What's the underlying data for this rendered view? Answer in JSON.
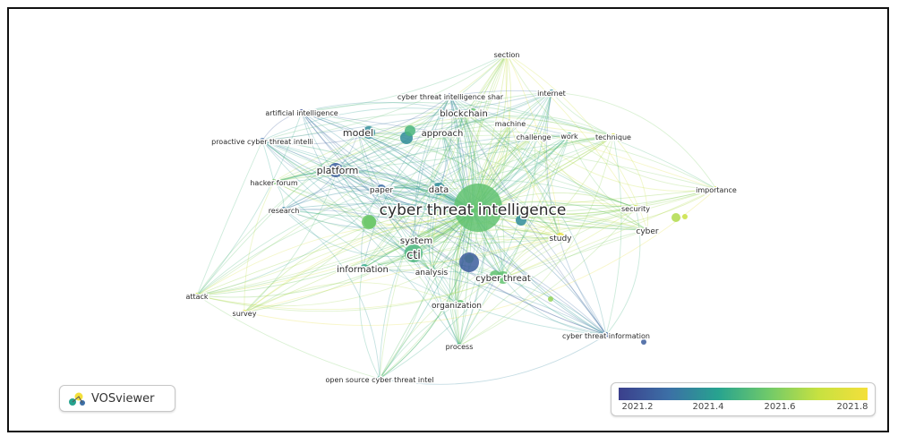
{
  "app": {
    "brand": "VOSviewer"
  },
  "legend": {
    "ticks": [
      "2021.2",
      "2021.4",
      "2021.6",
      "2021.8"
    ]
  },
  "colors": {
    "scale": [
      "#3b3f8c",
      "#3c6fa6",
      "#27a38f",
      "#6fc96a",
      "#c6e141",
      "#f4e03a"
    ],
    "edge_low": "#7b79c7",
    "edge_mid": "#3fb39a",
    "edge_high": "#d8e256"
  },
  "network": {
    "nodes": [
      {
        "label": "cyber threat intelligence",
        "year": 2021.55,
        "weight": 10
      },
      {
        "label": "cti",
        "year": 2021.5,
        "weight": 5
      },
      {
        "label": "section",
        "year": 2021.85,
        "weight": 1
      },
      {
        "label": "internet",
        "year": 2021.35,
        "weight": 1
      },
      {
        "label": "cyber threat intelligence shar",
        "year": 2021.15,
        "weight": 1
      },
      {
        "label": "artificial intelligence",
        "year": 2021.15,
        "weight": 1
      },
      {
        "label": "blockchain",
        "year": 2021.55,
        "weight": 2
      },
      {
        "label": "machine",
        "year": 2021.8,
        "weight": 1
      },
      {
        "label": "approach",
        "year": 2021.35,
        "weight": 3
      },
      {
        "label": "model",
        "year": 2021.35,
        "weight": 3
      },
      {
        "label": "challenge",
        "year": 2021.65,
        "weight": 1
      },
      {
        "label": "work",
        "year": 2021.45,
        "weight": 1
      },
      {
        "label": "technique",
        "year": 2021.8,
        "weight": 1
      },
      {
        "label": "proactive cyber threat intelli",
        "year": 2021.25,
        "weight": 1
      },
      {
        "label": "platform",
        "year": 2021.2,
        "weight": 4
      },
      {
        "label": "hacker forum",
        "year": 2021.6,
        "weight": 1
      },
      {
        "label": "importance",
        "year": 2021.85,
        "weight": 1
      },
      {
        "label": "paper",
        "year": 2021.25,
        "weight": 2
      },
      {
        "label": "data",
        "year": 2021.35,
        "weight": 3
      },
      {
        "label": "research",
        "year": 2021.3,
        "weight": 1
      },
      {
        "label": "security",
        "year": 2021.75,
        "weight": 1
      },
      {
        "label": "cyber",
        "year": 2021.7,
        "weight": 2
      },
      {
        "label": "system",
        "year": 2021.55,
        "weight": 3
      },
      {
        "label": "study",
        "year": 2021.85,
        "weight": 2
      },
      {
        "label": "information",
        "year": 2021.45,
        "weight": 2
      },
      {
        "label": "analysis",
        "year": 2021.6,
        "weight": 2
      },
      {
        "label": "cyber threat",
        "year": 2021.55,
        "weight": 3
      },
      {
        "label": "attack",
        "year": 2021.75,
        "weight": 1
      },
      {
        "label": "organization",
        "year": 2021.55,
        "weight": 2
      },
      {
        "label": "survey",
        "year": 2021.85,
        "weight": 1
      },
      {
        "label": "process",
        "year": 2021.5,
        "weight": 1
      },
      {
        "label": "cyber threat information",
        "year": 2021.2,
        "weight": 1
      },
      {
        "label": "open source cyber threat intel",
        "year": 2021.45,
        "weight": 1
      }
    ]
  }
}
